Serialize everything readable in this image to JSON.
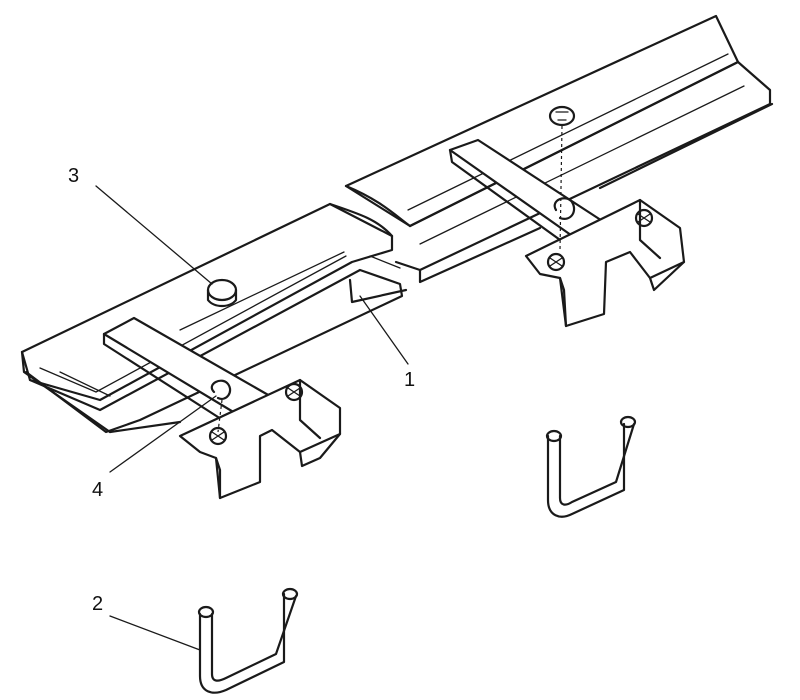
{
  "callouts": {
    "c1": "1",
    "c2": "2",
    "c3": "3",
    "c4": "4"
  },
  "colors": {
    "ink": "#1a1a1a",
    "paper": "#ffffff"
  }
}
